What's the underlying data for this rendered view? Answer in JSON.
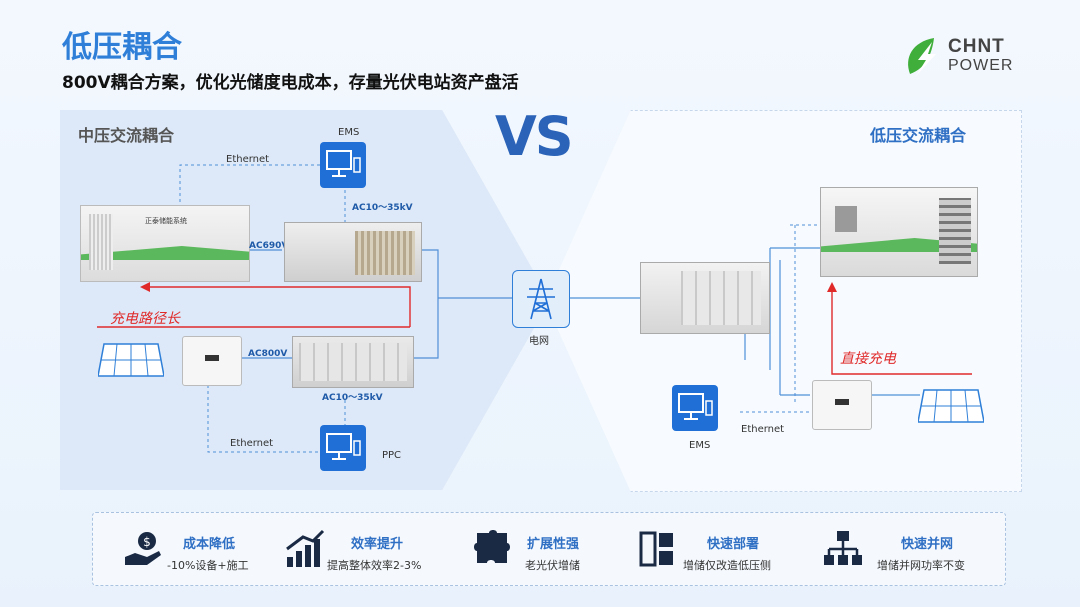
{
  "header": {
    "title": "低压耦合",
    "subtitle": "800V耦合方案，优化光储度电成本，存量光伏电站资产盘活"
  },
  "logo": {
    "line1": "CHNT",
    "line2": "POWER",
    "color": "#3fae3a"
  },
  "vs": "VS",
  "left": {
    "label": "中压交流耦合",
    "ems": "EMS",
    "ethernet_top": "Ethernet",
    "ac_top": "AC10～35kV",
    "ac690": "AC690V",
    "charge_path": "充电路径长",
    "ac800": "AC800V",
    "ac_bottom": "AC10～35kV",
    "ethernet_bottom": "Ethernet",
    "ppc": "PPC",
    "ess_label": "正泰储能系统"
  },
  "grid": {
    "label": "电网"
  },
  "right": {
    "label": "低压交流耦合",
    "direct_charge": "直接充电",
    "ethernet": "Ethernet",
    "ems": "EMS"
  },
  "features": [
    {
      "title": "成本降低",
      "desc": "-10%设备+施工",
      "icon": "cost-down-icon"
    },
    {
      "title": "效率提升",
      "desc": "提高整体效率2-3%",
      "icon": "efficiency-icon"
    },
    {
      "title": "扩展性强",
      "desc": "老光伏增储",
      "icon": "puzzle-icon"
    },
    {
      "title": "快速部署",
      "desc": "增储仅改造低压侧",
      "icon": "deploy-icon"
    },
    {
      "title": "快速并网",
      "desc": "增储并网功率不变",
      "icon": "network-icon"
    }
  ],
  "colors": {
    "accent": "#2f7fd8",
    "red": "#e02a2a",
    "dark_blue": "#2a63b8"
  }
}
